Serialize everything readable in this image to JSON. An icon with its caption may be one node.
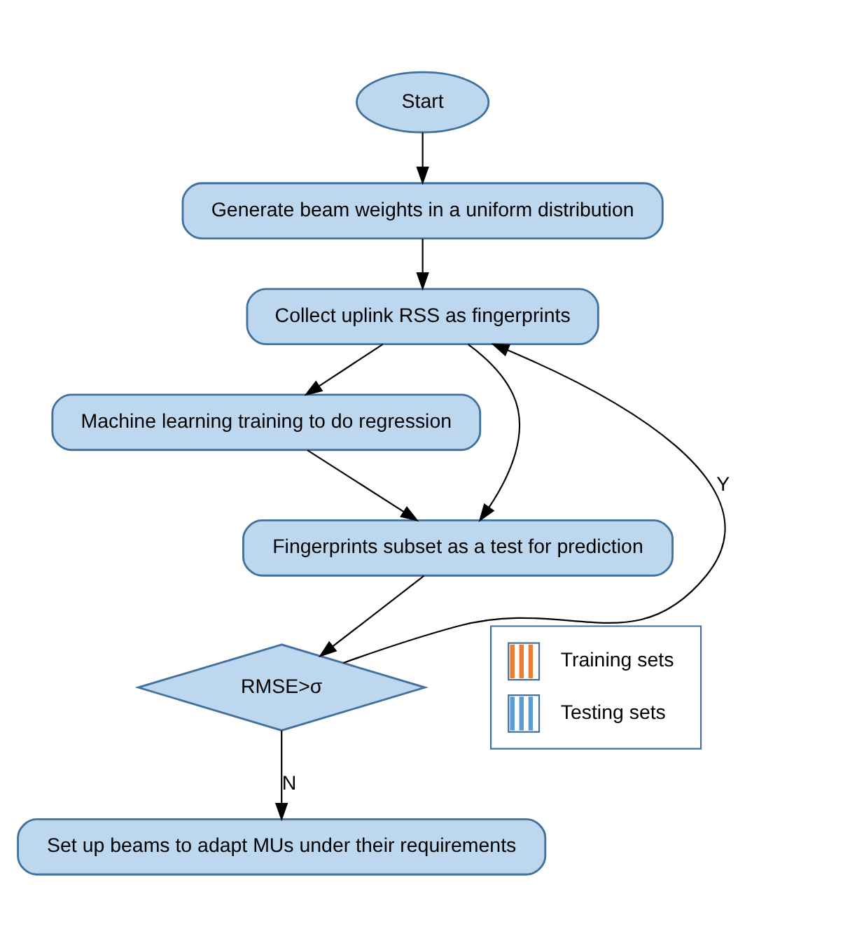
{
  "diagram": {
    "nodes": [
      {
        "text": [
          "Start"
        ]
      },
      {
        "text": [
          "Generate beam weights in a uniform distribution"
        ]
      },
      {
        "text": [
          "Collect uplink RSS as fingerprints"
        ]
      },
      {
        "text": [
          "Machine learning training to do regression"
        ]
      },
      {
        "text": [
          "Fingerprints subset as a test for prediction"
        ]
      },
      {
        "text": [
          "RMSE>σ"
        ]
      },
      {
        "text": [
          "Set up beams to adapt MUs under their requirements"
        ]
      }
    ],
    "edges": [
      {
        "from": 0,
        "to": 1,
        "arrow": "to"
      },
      {
        "from": 1,
        "to": 2,
        "arrow": "to"
      },
      {
        "from": 2,
        "to": 3,
        "arrow": "to"
      },
      {
        "from": 2,
        "to": 4,
        "arrow": "to"
      },
      {
        "from": 3,
        "to": 4,
        "arrow": "to"
      },
      {
        "from": 4,
        "to": 5,
        "arrow": "to"
      },
      {
        "from": 5,
        "to": 2,
        "arrow": "to",
        "label": "Y"
      },
      {
        "from": 5,
        "to": 6,
        "arrow": "to",
        "label": "N"
      }
    ],
    "legend": [
      {
        "text": "Training sets"
      },
      {
        "text": "Testing sets"
      }
    ]
  }
}
